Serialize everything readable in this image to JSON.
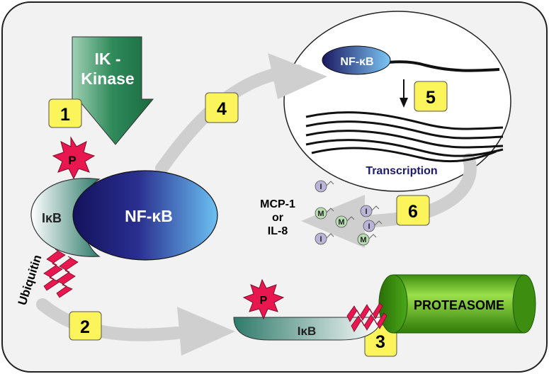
{
  "kinase": {
    "line1": "IK -",
    "line2": "Kinase"
  },
  "phospho": {
    "label": "P"
  },
  "ikb": {
    "label": "IκB"
  },
  "nfkb": {
    "label": "NF-κB"
  },
  "ubiquitin": {
    "label": "Ubiquitin"
  },
  "proteasome": {
    "label": "PROTEASOME"
  },
  "nucleus": {
    "nfkb_label": "NF-κB",
    "transcription_label": "Transcription"
  },
  "cytokines": {
    "line1": "MCP-1",
    "line2": "or",
    "line3": "IL-8",
    "i_label": "I",
    "m_label": "M"
  },
  "steps": [
    "1",
    "2",
    "3",
    "4",
    "5",
    "6"
  ],
  "colors": {
    "background": "#f2f2f2",
    "kinase_green": "#3e8f64",
    "step_yellow": "#fbf45a",
    "phospho_red": "#e8174f",
    "nfkb_dark": "#1c1a6b",
    "nfkb_light": "#5aa8e6",
    "ikb_teal": "#5c9a8c",
    "proteasome_green": "#4a9e1a",
    "arrow_gray": "#cfcfcf"
  }
}
